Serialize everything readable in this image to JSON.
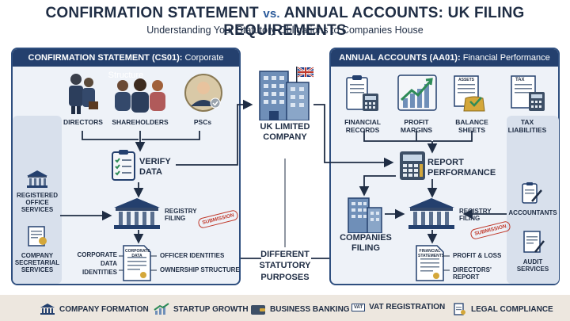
{
  "header": {
    "title_part1": "CONFIRMATION STATEMENT",
    "title_vs": "vs.",
    "title_part2": "ANNUAL ACCOUNTS: UK FILING REQUIREMENTS",
    "subtitle": "Understanding Your Statutory Obligations to Companies House"
  },
  "left_panel": {
    "header_bold": "CONFIRMATION STATEMENT (CS01):",
    "header_rest": " Corporate Structure",
    "people": [
      "DIRECTORS",
      "SHAREHOLDERS",
      "PSCs"
    ],
    "verify": "VERIFY DATA",
    "registry": "REGISTRY FILING",
    "stamp": "SUBMISSION",
    "doc_label": "CORPORATE DATA",
    "left_items": [
      "CORPORATE DATA IDENTITIES"
    ],
    "right_items": [
      "OFFICER IDENTITIES",
      "OWNERSHIP STRUCTURE"
    ],
    "side": [
      "REGISTERED OFFICE SERVICES",
      "COMPANY SECRETARIAL SERVICES"
    ]
  },
  "center": {
    "company": "UK LIMITED COMPANY",
    "purposes": "DIFFERENT STATUTORY PURPOSES"
  },
  "right_panel": {
    "header_bold": "ANNUAL ACCOUNTS (AA01):",
    "header_rest": " Financial Performance",
    "items": [
      "FINANCIAL RECORDS",
      "PROFIT MARGINS",
      "BALANCE SHEETS",
      "TAX LIABILITIES"
    ],
    "item_tags": [
      "ASSETS",
      "TAX"
    ],
    "report": "REPORT PERFORMANCE",
    "companies_filing": "COMPANIES FILING",
    "registry": "REGISTRY FILING",
    "stamp": "SUBMISSION",
    "doc_label": "FINANCIAL STATEMENTS",
    "outputs": [
      "PROFIT & LOSS",
      "DIRECTORS' REPORT"
    ],
    "side": [
      "ACCOUNTANTS",
      "AUDIT SERVICES"
    ]
  },
  "footer": {
    "items": [
      "COMPANY FORMATION",
      "STARTUP GROWTH",
      "BUSINESS BANKING",
      "VAT REGISTRATION",
      "LEGAL COMPLIANCE"
    ],
    "vat_tag": "VAT"
  },
  "colors": {
    "navy": "#24406e",
    "accent": "#2a5a9a",
    "stamp": "#c0392b",
    "bg_panel": "#eef2f8"
  }
}
